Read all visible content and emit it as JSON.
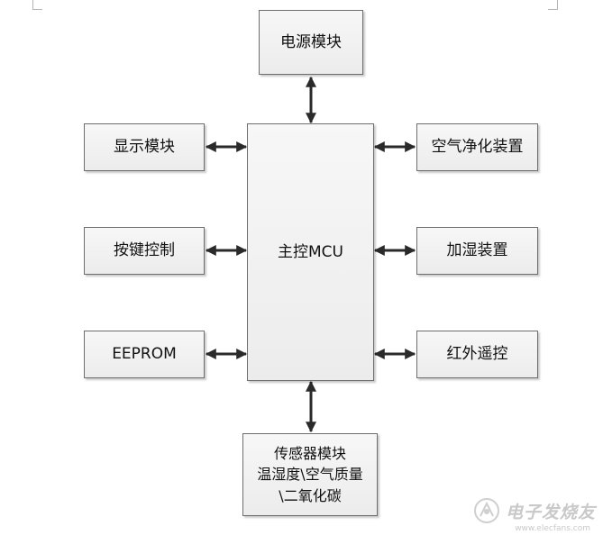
{
  "diagram": {
    "mcu": "主控MCU",
    "power": "电源模块",
    "display": "显示模块",
    "keys": "按键控制",
    "eeprom": "EEPROM",
    "air_purifier": "空气净化装置",
    "humidifier": "加湿装置",
    "ir_remote": "红外遥控",
    "sensor_lines": [
      "传感器模块",
      "温湿度\\空气质量",
      "\\二氧化碳"
    ]
  },
  "watermark": {
    "name": "电子发烧友",
    "url": "www.elecfans.com"
  }
}
